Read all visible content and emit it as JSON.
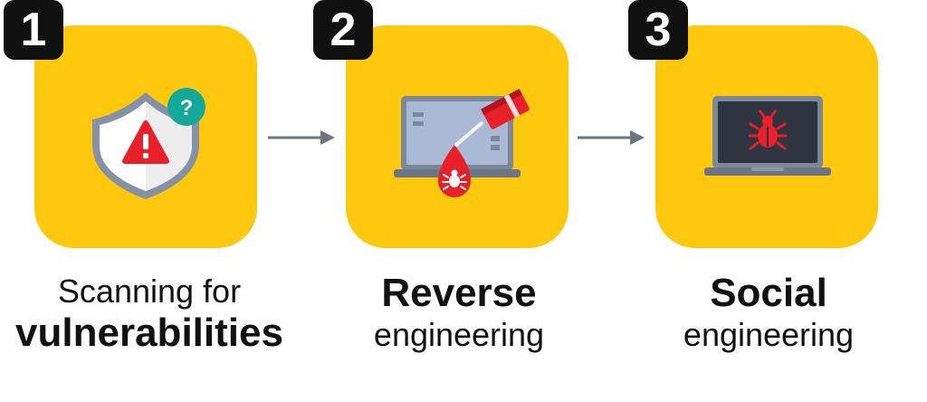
{
  "steps": [
    {
      "number": "1",
      "title_top": "Scanning for",
      "title_bottom": "vulnerabilities",
      "icon": "shield-warning-icon",
      "badge_icon_glyph": "?"
    },
    {
      "number": "2",
      "title_top": "Reverse",
      "title_bottom": "engineering",
      "icon": "laptop-bug-drop-icon"
    },
    {
      "number": "3",
      "title_top": "Social",
      "title_bottom": "engineering",
      "icon": "laptop-bug-icon"
    }
  ],
  "colors": {
    "card": "#FDC80E",
    "badge": "#111111",
    "arrow": "#6E7480",
    "danger": "#E8202A",
    "teal": "#14A89A",
    "laptop_body": "#7C8797",
    "laptop_screen": "#A9B9D6",
    "laptop_dark_screen": "#2E3440"
  }
}
